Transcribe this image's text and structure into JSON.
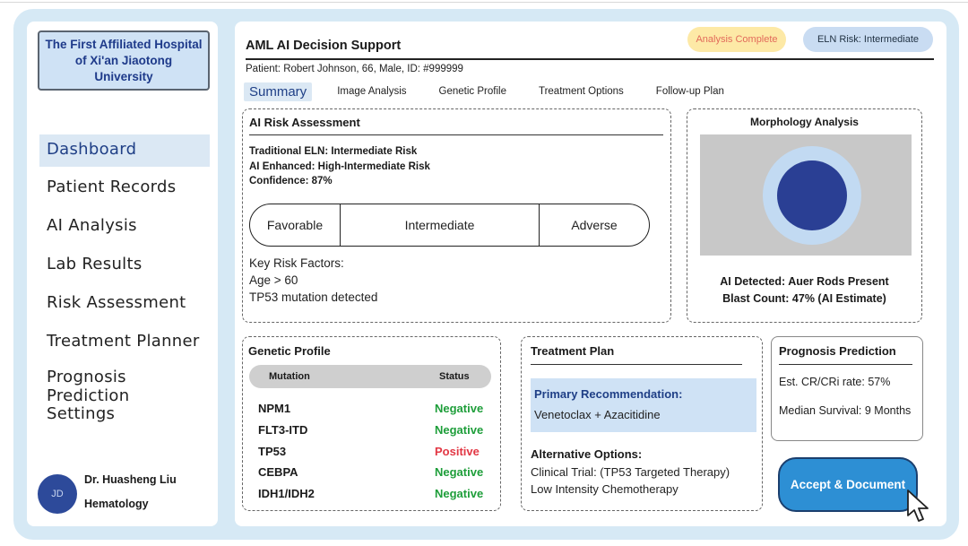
{
  "sidebar": {
    "hospital": "The First Affiliated Hospital of Xi'an Jiaotong University",
    "items": [
      {
        "label": "Dashboard",
        "active": true
      },
      {
        "label": "Patient Records"
      },
      {
        "label": "AI Analysis"
      },
      {
        "label": "Lab Results"
      },
      {
        "label": "Risk Assessment"
      },
      {
        "label": "Treatment Planner"
      },
      {
        "label": "Prognosis Prediction"
      },
      {
        "label": "Settings"
      }
    ],
    "doctor": {
      "initials": "JD",
      "name": "Dr. Huasheng Liu",
      "department": "Hematology"
    }
  },
  "header": {
    "title": "AML AI Decision Support",
    "badges": {
      "status": "Analysis Complete",
      "risk": "ELN Risk: Intermediate"
    },
    "patient": "Patient: Robert Johnson, 66, Male, ID: #999999"
  },
  "tabs": [
    "Summary",
    "Image Analysis",
    "Genetic Profile",
    "Treatment Options",
    "Follow-up Plan"
  ],
  "risk": {
    "title": "AI Risk Assessment",
    "traditional": "Traditional ELN: Intermediate Risk",
    "enhanced": "AI Enhanced: High-Intermediate Risk",
    "confidence": "Confidence: 87%",
    "scale": [
      "Favorable",
      "Intermediate",
      "Adverse"
    ],
    "factors_title": "Key Risk Factors:",
    "factors": [
      "Age > 60",
      "TP53 mutation detected"
    ]
  },
  "morphology": {
    "title": "Morphology Analysis",
    "detected": "AI Detected: Auer Rods Present",
    "blast": "Blast Count: 47% (AI Estimate)"
  },
  "genetic": {
    "title": "Genetic Profile",
    "col_mutation": "Mutation",
    "col_status": "Status",
    "rows": [
      {
        "name": "NPM1",
        "status": "Negative"
      },
      {
        "name": "FLT3-ITD",
        "status": "Negative"
      },
      {
        "name": "TP53",
        "status": "Positive"
      },
      {
        "name": "CEBPA",
        "status": "Negative"
      },
      {
        "name": "IDH1/IDH2",
        "status": "Negative"
      }
    ]
  },
  "treatment": {
    "title": "Treatment Plan",
    "primary_label": "Primary Recommendation:",
    "primary_value": "Venetoclax + Azacitidine",
    "alt_title": "Alternative Options:",
    "alternatives": [
      "Clinical Trial: (TP53 Targeted Therapy)",
      "Low Intensity Chemotherapy"
    ]
  },
  "prognosis": {
    "title": "Prognosis Prediction",
    "cr_rate": "Est. CR/CRi rate:  57%",
    "survival": "Median Survival:  9 Months"
  },
  "actions": {
    "accept": "Accept & Document"
  },
  "colors": {
    "accent": "#2d8fd4",
    "negative": "#1e9e3a",
    "positive": "#e23744",
    "highlight": "#cfe2f5"
  }
}
